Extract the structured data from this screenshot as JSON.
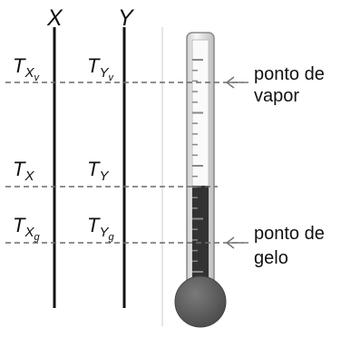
{
  "scales": [
    {
      "id": "x",
      "axis_letter": "X",
      "labels": {
        "vapor": {
          "base": "T",
          "sub": "X",
          "subsub": "v"
        },
        "mid": {
          "base": "T",
          "sub": "X",
          "subsub": ""
        },
        "gelo": {
          "base": "T",
          "sub": "X",
          "subsub": "g"
        }
      }
    },
    {
      "id": "y",
      "axis_letter": "Y",
      "labels": {
        "vapor": {
          "base": "T",
          "sub": "Y",
          "subsub": "v"
        },
        "mid": {
          "base": "T",
          "sub": "Y",
          "subsub": ""
        },
        "gelo": {
          "base": "T",
          "sub": "Y",
          "subsub": "g"
        }
      }
    }
  ],
  "annotations": {
    "vapor": {
      "line1": "ponto de",
      "line2": "vapor"
    },
    "gelo": {
      "line1": "ponto de",
      "line2": "gelo"
    }
  },
  "colors": {
    "axis_line": "#111111",
    "dashed_line": "#6a6a6a",
    "thermometer_liquid": "#333333",
    "thermometer_bulb": "#5e5e5e",
    "thermometer_glass": "#f2f2f2",
    "arrow": "#777777"
  }
}
